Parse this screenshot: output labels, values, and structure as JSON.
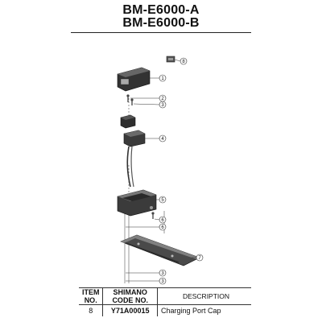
{
  "header": {
    "line1": "BM-E6000-A",
    "line2": "BM-E6000-B"
  },
  "callouts": [
    "8",
    "1",
    "2",
    "3",
    "4",
    "5",
    "6",
    "6",
    "7",
    "3",
    "3"
  ],
  "table": {
    "headers": {
      "item": [
        "ITEM",
        "NO."
      ],
      "code": [
        "SHIMANO",
        "CODE NO."
      ],
      "description": "DESCRIPTION"
    },
    "rows": [
      {
        "item": "8",
        "code": "Y71A00015",
        "description": "Charging Port Cap"
      }
    ]
  }
}
